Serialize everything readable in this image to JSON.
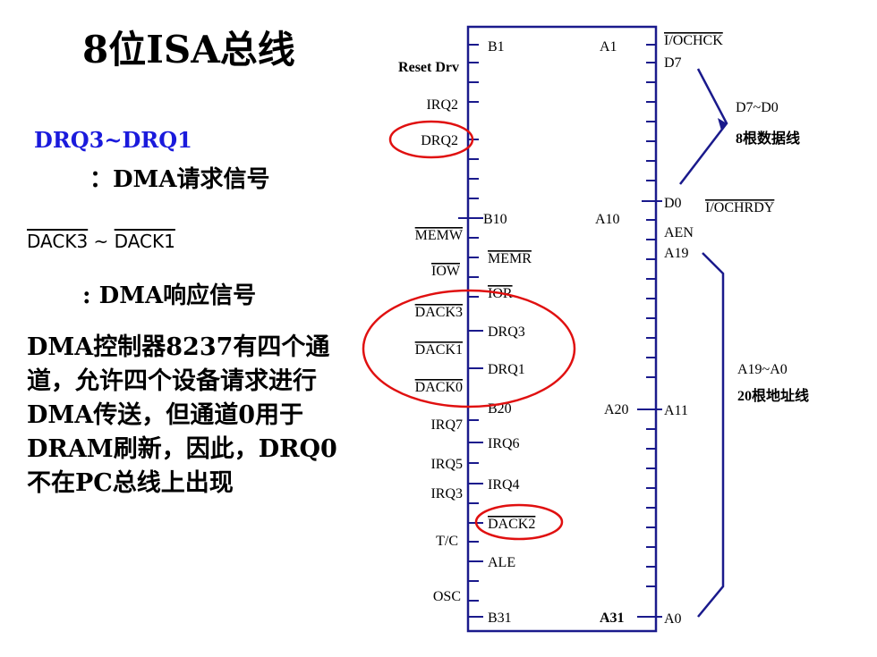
{
  "title": "8位ISA总线",
  "drq": {
    "range": "DRQ3~DRQ1",
    "desc": "：DMA请求信号"
  },
  "dack": {
    "range_a": "DACK3",
    "tilde": " ~ ",
    "range_b": "DACK1",
    "desc": ": DMA响应信号"
  },
  "paragraph": "DMA控制器8237有四个通道，允许四个设备请求进行DMA传送，但通道0用于DRAM刷新，因此，DRQ0不在PC总线上出现",
  "pins": {
    "b_inside": {
      "b1": "B1",
      "memr": "MEMR",
      "ior": "IOR",
      "drq3": "DRQ3",
      "drq1": "DRQ1",
      "b10": "B10",
      "b20": "B20",
      "irq6": "IRQ6",
      "irq4": "IRQ4",
      "dack2": "DACK2",
      "ale": "ALE",
      "b31": "B31"
    },
    "b_outside": {
      "reset": "Reset Drv",
      "irq2": "IRQ2",
      "drq2": "DRQ2",
      "memw": "MEMW",
      "iow": "IOW",
      "dack3": "DACK3",
      "dack1": "DACK1",
      "dack0": "DACK0",
      "irq7": "IRQ7",
      "irq5": "IRQ5",
      "irq3": "IRQ3",
      "tc": "T/C",
      "osc": "OSC"
    },
    "a_inside": {
      "a1": "A1",
      "a10": "A10",
      "a20": "A20",
      "a31": "A31"
    },
    "a_outside": {
      "iochck": "I/OCHCK",
      "d7": "D7",
      "d0": "D0",
      "iochrdy": "I/OCHRDY",
      "aen": "AEN",
      "a19": "A19",
      "a11": "A11",
      "a0": "A0"
    }
  },
  "annotations": {
    "data_range": "D7~D0",
    "data_desc": "8根数据线",
    "addr_range": "A19~A0",
    "addr_desc": "20根地址线"
  },
  "colors": {
    "bus": "#1a1a8c",
    "highlight": "#e01010",
    "accent_text": "#1a1adc"
  }
}
